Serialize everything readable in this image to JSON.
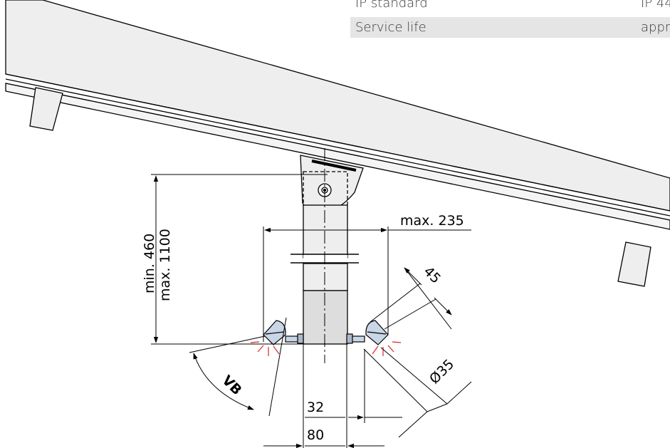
{
  "spec_table": {
    "rows": [
      {
        "label": "IP standard",
        "value": "IP 44"
      },
      {
        "label": "Service life",
        "value": "appr"
      }
    ]
  },
  "dimensions": {
    "height_min": "min. 460",
    "height_max": "max. 1100",
    "width_max": "max. 235",
    "lamp_length": "45",
    "lamp_diameter": "Ø35",
    "beam_angle": "VB",
    "offset": "32",
    "pole_width": "80"
  },
  "colors": {
    "line": "#000000",
    "beam": "#d9262c",
    "rail_fill": "#eeeeee",
    "lamp_fill": "#c8d6e5"
  }
}
